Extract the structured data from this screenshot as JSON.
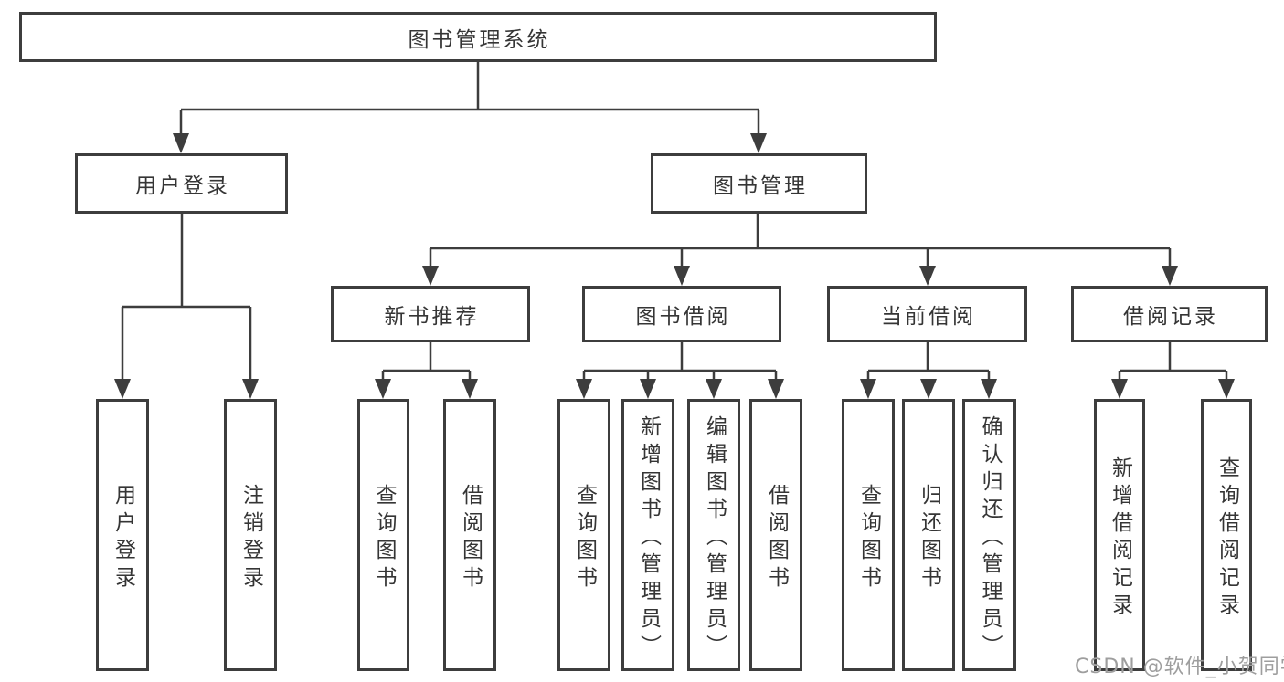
{
  "diagram": {
    "root": "图书管理系统",
    "branches": {
      "user_login": "用户登录",
      "book_mgmt": "图书管理"
    },
    "modules": {
      "new_book": "新书推荐",
      "book_borrow": "图书借阅",
      "current_borrow": "当前借阅",
      "borrow_record": "借阅记录"
    },
    "leaves": {
      "user_login": [
        "用户登录",
        "注销登录"
      ],
      "new_book": [
        "查询图书",
        "借阅图书"
      ],
      "book_borrow": [
        "查询图书",
        "新增图书（管理员）",
        "编辑图书（管理员）",
        "借阅图书"
      ],
      "current_borrow": [
        "查询图书",
        "归还图书",
        "确认归还（管理员）"
      ],
      "borrow_record": [
        "新增借阅记录",
        "查询借阅记录"
      ]
    }
  },
  "watermark": "CSDN @软件_小贺同学",
  "colors": {
    "line": "#3d3d3d",
    "text": "#353535",
    "watermark": "#9e9e9e",
    "bg": "#ffffff"
  }
}
